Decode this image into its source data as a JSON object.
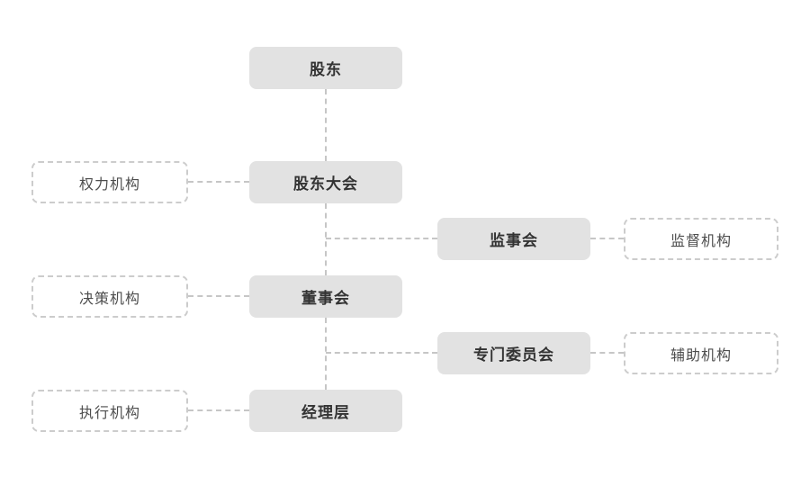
{
  "diagram": {
    "type": "org-chart",
    "nodes": {
      "shareholders": {
        "label": "股东",
        "kind": "solid"
      },
      "shareholders_meeting": {
        "label": "股东大会",
        "kind": "solid"
      },
      "supervisory_board": {
        "label": "监事会",
        "kind": "solid"
      },
      "board_of_directors": {
        "label": "董事会",
        "kind": "solid"
      },
      "special_committees": {
        "label": "专门委员会",
        "kind": "solid"
      },
      "management": {
        "label": "经理层",
        "kind": "solid"
      },
      "power_organ": {
        "label": "权力机构",
        "kind": "dashed"
      },
      "supervision_organ": {
        "label": "监督机构",
        "kind": "dashed"
      },
      "decision_organ": {
        "label": "决策机构",
        "kind": "dashed"
      },
      "auxiliary_organ": {
        "label": "辅助机构",
        "kind": "dashed"
      },
      "executive_organ": {
        "label": "执行机构",
        "kind": "dashed"
      }
    },
    "edges": [
      {
        "from": "shareholders",
        "to": "shareholders_meeting",
        "style": "dashed"
      },
      {
        "from": "shareholders_meeting",
        "to": "board_of_directors",
        "style": "dashed"
      },
      {
        "from": "board_of_directors",
        "to": "management",
        "style": "dashed"
      },
      {
        "from": "shareholders_meeting",
        "to": "supervisory_board",
        "style": "dashed"
      },
      {
        "from": "board_of_directors",
        "to": "special_committees",
        "style": "dashed"
      },
      {
        "from": "power_organ",
        "to": "shareholders_meeting",
        "style": "dashed"
      },
      {
        "from": "decision_organ",
        "to": "board_of_directors",
        "style": "dashed"
      },
      {
        "from": "executive_organ",
        "to": "management",
        "style": "dashed"
      },
      {
        "from": "supervisory_board",
        "to": "supervision_organ",
        "style": "dashed"
      },
      {
        "from": "special_committees",
        "to": "auxiliary_organ",
        "style": "dashed"
      }
    ]
  },
  "colors": {
    "background": "#ffffff",
    "node_fill": "#e2e2e2",
    "node_text": "#333333",
    "dashed_border": "#cccccc",
    "dashed_text": "#4d4d4d",
    "connector": "#c6c6c6"
  }
}
